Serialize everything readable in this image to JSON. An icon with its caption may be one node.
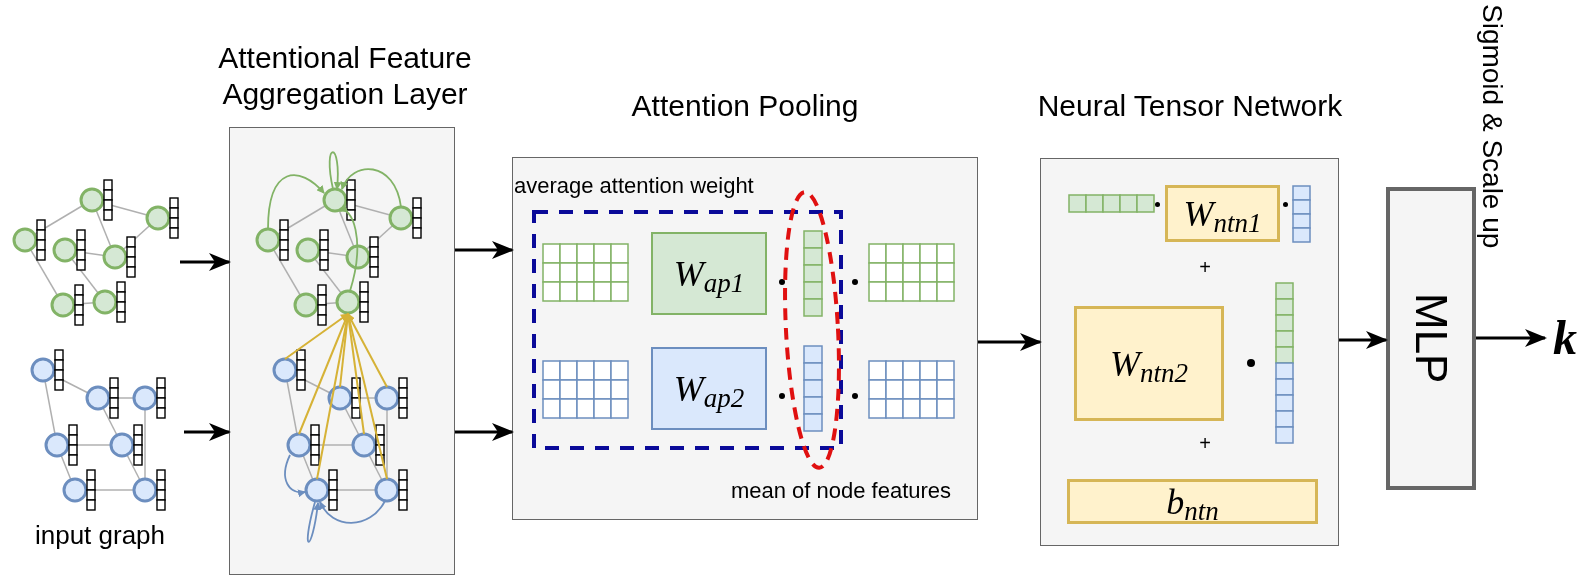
{
  "diagram": {
    "nodes": [
      {
        "text": [],
        "shape": "picture"
      },
      {
        "text": [],
        "shape": "picture"
      },
      {
        "text": [
          "Attentional Feature Aggregation Layer"
        ]
      },
      {
        "text": [
          "Attention Pooling"
        ]
      },
      {
        "text": [
          "average attention weight"
        ],
        "in": 3
      },
      {
        "text": [
          "W$_{ap1}$"
        ],
        "in": 4
      },
      {
        "text": [
          "W$_{ap2}$"
        ],
        "in": 4
      },
      {
        "text": [
          "Neural Tensor Network"
        ]
      },
      {
        "text": [
          "W$_{ntn1}$"
        ],
        "in": 7
      },
      {
        "text": [
          "W$_{ntn2}$"
        ],
        "in": 7
      },
      {
        "text": [
          "b$_{ntn}$"
        ],
        "in": 7
      },
      {
        "text": [
          "MLP"
        ]
      },
      {
        "text": [
          "k"
        ]
      }
    ],
    "edges": [
      {
        "from": 0,
        "to": 2,
        "arrow": "to"
      },
      {
        "from": 1,
        "to": 2,
        "arrow": "to"
      },
      {
        "from": 2,
        "to": 3,
        "arrow": "to"
      },
      {
        "from": 2,
        "to": 3,
        "arrow": "to"
      },
      {
        "from": 3,
        "to": 7,
        "arrow": "to"
      },
      {
        "from": 7,
        "to": 11,
        "arrow": "to"
      },
      {
        "from": 11,
        "to": 12,
        "arrow": "to",
        "label": "Sigmoid & Scale up"
      }
    ],
    "labels": [
      "input graph",
      "mean of node features",
      "+",
      "+"
    ]
  }
}
